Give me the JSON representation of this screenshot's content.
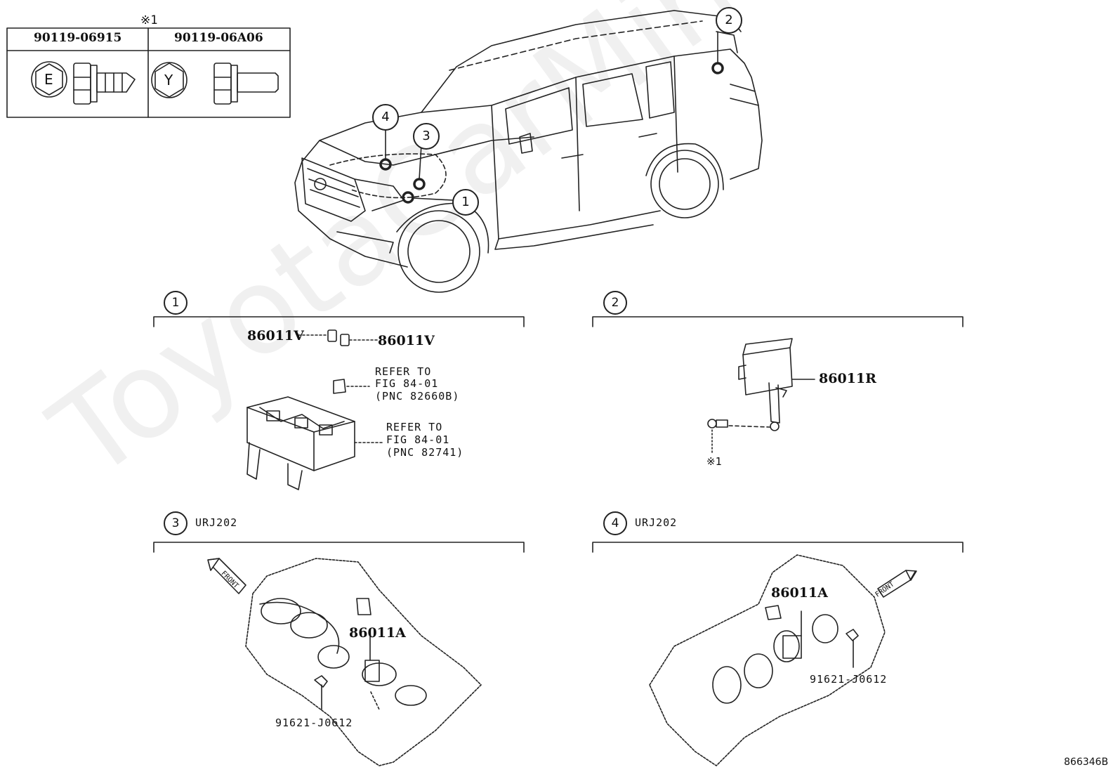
{
  "watermark": "ToyotaCarMine.ru",
  "fastener_table": {
    "mark": "※1",
    "col1_part": "90119-06915",
    "col1_letter": "E",
    "col2_part": "90119-06A06",
    "col2_letter": "Y"
  },
  "vehicle_callouts": [
    "1",
    "2",
    "3",
    "4"
  ],
  "section1": {
    "number": "1",
    "fuse_left": "86011V",
    "fuse_right": "86011V",
    "refer1": [
      "REFER TO",
      "FIG 84-01",
      "(PNC 82660B)"
    ],
    "refer2": [
      "REFER TO",
      "FIG 84-01",
      "(PNC 82741)"
    ]
  },
  "section2": {
    "number": "2",
    "part": "86011R",
    "bolt_mark": "※1"
  },
  "section3": {
    "number": "3",
    "model": "URJ202",
    "part": "86011A",
    "bolt": "91621-J0612",
    "front": "FRONT"
  },
  "section4": {
    "number": "4",
    "model": "URJ202",
    "part": "86011A",
    "bolt": "91621-J0612",
    "front": "FRONT"
  },
  "figure_id": "866346B"
}
